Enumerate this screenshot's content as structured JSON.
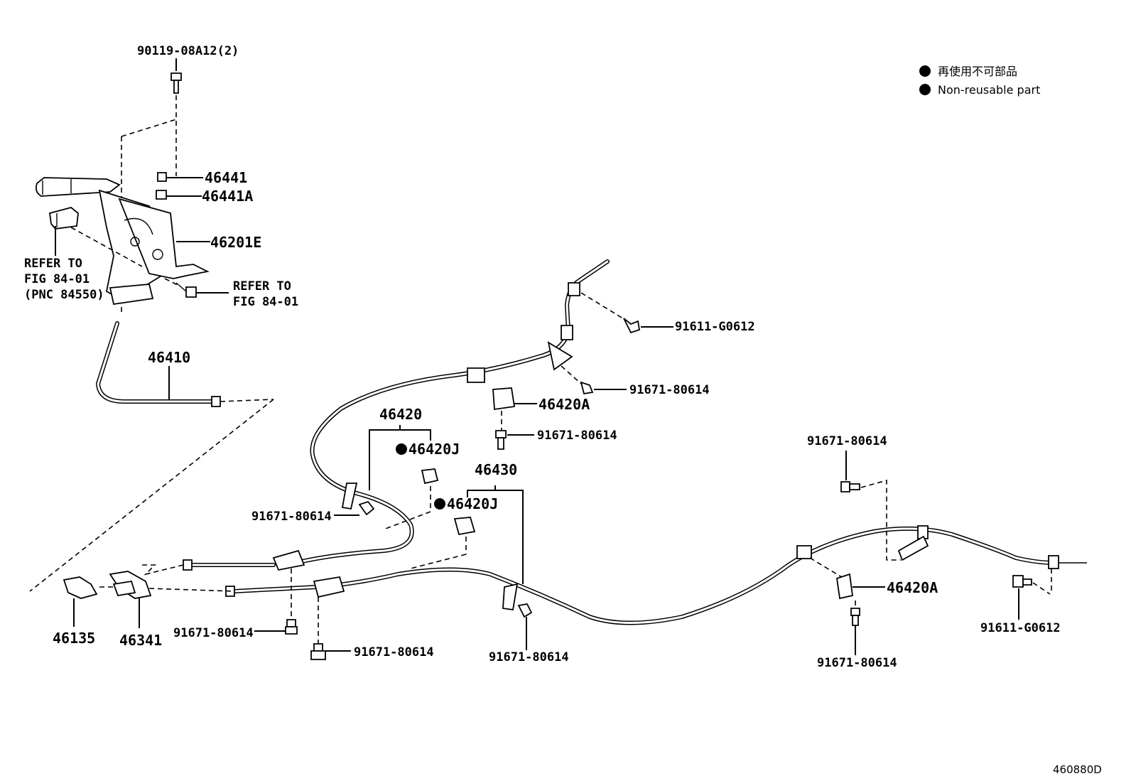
{
  "legend": {
    "items": [
      {
        "text": "再使用不可部品"
      },
      {
        "text": "Non-reusable part"
      }
    ]
  },
  "diagram_code": "460880D",
  "labels": {
    "bolt_top": "90119-08A12(2)",
    "p46441": "46441",
    "p46441A": "46441A",
    "p46201E": "46201E",
    "refer_left_1": "REFER TO",
    "refer_left_2": "FIG 84-01",
    "refer_left_3": "(PNC 84550)",
    "refer_right_1": "REFER TO",
    "refer_right_2": "FIG 84-01",
    "p46410": "46410",
    "p91611_top": "91611-G0612",
    "p91671_a": "91671-80614",
    "p46420A_top": "46420A",
    "p91671_b": "91671-80614",
    "p46420": "46420",
    "p46420J_1": "46420J",
    "p46430": "46430",
    "p46420J_2": "46420J",
    "p91671_c": "91671-80614",
    "p91671_right_top": "91671-80614",
    "p46420A_right": "46420A",
    "p91611_right": "91611-G0612",
    "p91671_right_bottom": "91671-80614",
    "p91671_mid": "91671-80614",
    "p91671_d": "91671-80614",
    "p91671_e": "91671-80614",
    "p46135": "46135",
    "p46341": "46341"
  }
}
